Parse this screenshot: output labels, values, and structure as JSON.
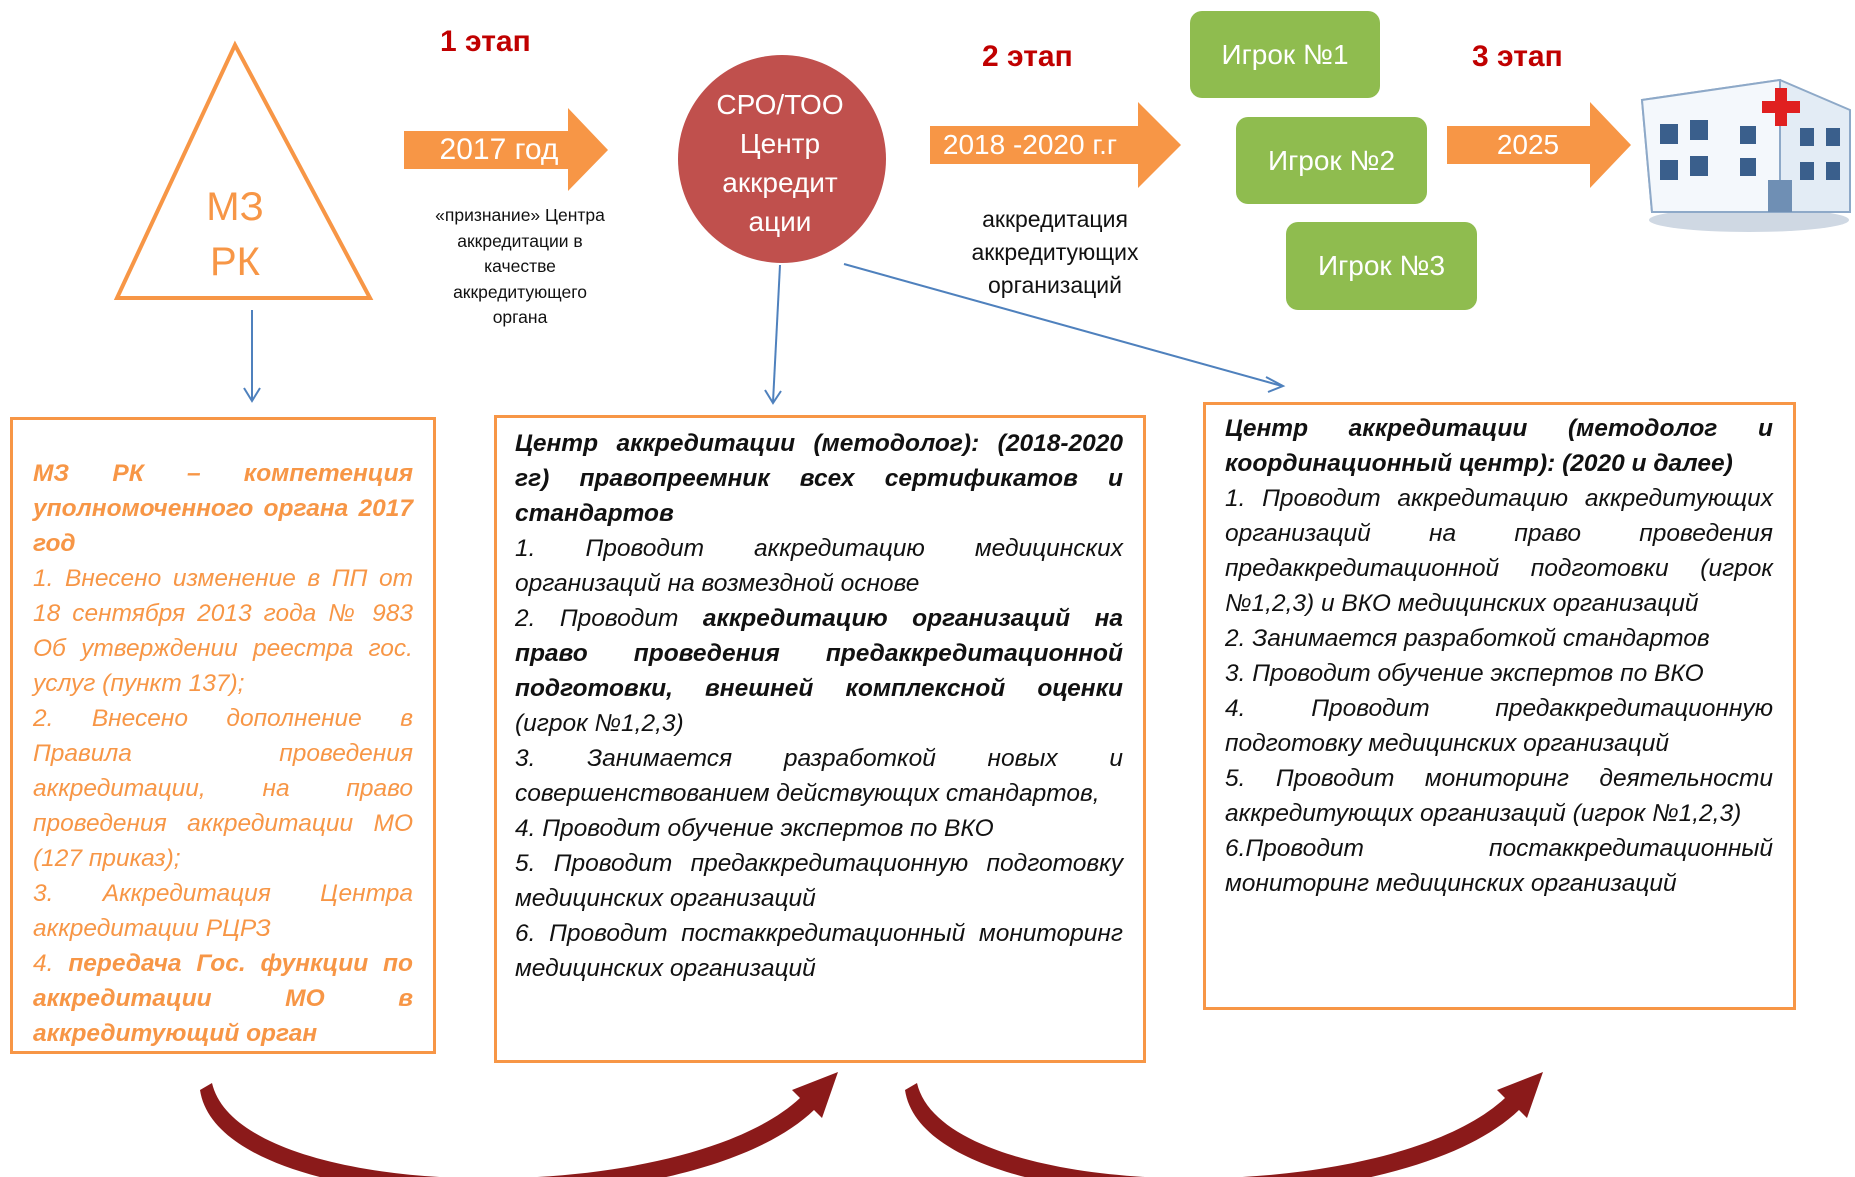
{
  "colors": {
    "accent_orange": "#f79646",
    "circle_red": "#c0504d",
    "stage_red": "#c00000",
    "player_green": "#8fbc4f",
    "connector_blue": "#4f81bd",
    "curve_arrow": "#8b1a1a"
  },
  "triangle": {
    "lines": [
      "МЗ",
      "РК"
    ]
  },
  "center": {
    "lines": [
      "СРО/ТОО",
      "Центр",
      "аккредит",
      "ации"
    ]
  },
  "stages": {
    "stage1": {
      "label": "1 этап",
      "arrow_text": "2017 год",
      "caption": [
        "«признание» Центра",
        "аккредитации в",
        "качестве",
        "аккредитующего",
        "органа"
      ]
    },
    "stage2": {
      "label": "2 этап",
      "arrow_text": "2018 -2020 г.г",
      "caption": [
        "аккредитация",
        "аккредитующих",
        "организаций"
      ]
    },
    "stage3": {
      "label": "3 этап",
      "arrow_text": "2025"
    }
  },
  "players": [
    "Игрок №1",
    "Игрок №2",
    "Игрок №3"
  ],
  "hospital_icon": "hospital-icon",
  "box_left": {
    "heading": "МЗ РК – компетенция уполномоченного органа 2017 год",
    "item1": "1. Внесено изменение в ПП от 18 сентября 2013 года № 983 Об утверждении реестра гос. услуг (пункт 137);",
    "item2": "2. Внесено дополнение в Правила проведения аккредитации, на право проведения аккредитации МО (127 приказ);",
    "item3": "3. Аккредитация Центра аккредитации РЦРЗ",
    "item4_num": "4. ",
    "item4_bold": "передача Гос. функции по аккредитации МО в аккредитующий орган"
  },
  "box_mid": {
    "heading": "Центр аккредитации (методолог): (2018-2020 гг) правопреемник всех сертификатов и стандартов",
    "item1": "1. Проводит аккредитацию медицинских организаций на возмездной основе",
    "item2_pre": "2. Проводит ",
    "item2_bold": "аккредитацию организаций на право проведения предаккредитационной подготовки, внешней комплексной оценки",
    "item2_post": " (игрок №1,2,3)",
    "item3": "3. Занимается разработкой новых и совершенствованием действующих стандартов,",
    "item4": "4. Проводит обучение экспертов по ВКО",
    "item5": "5. Проводит предаккредитационную подготовку медицинских организаций",
    "item6": "6. Проводит постаккредитационный мониторинг медицинских организаций"
  },
  "box_right": {
    "heading": "Центр аккредитации (методолог и координационный центр): (2020 и далее)",
    "item1": "1. Проводит аккредитацию аккредитующих организаций на право проведения предаккредитационной подготовки (игрок №1,2,3) и ВКО медицинских организаций",
    "item2": "2. Занимается разработкой стандартов",
    "item3": "3. Проводит обучение экспертов по ВКО",
    "item4": "4. Проводит предаккредитационную подготовку медицинских организаций",
    "item5": "5. Проводит мониторинг деятельности аккредитующих организаций (игрок №1,2,3)",
    "item6": "6.Проводит постаккредитационный мониторинг медицинских организаций"
  }
}
